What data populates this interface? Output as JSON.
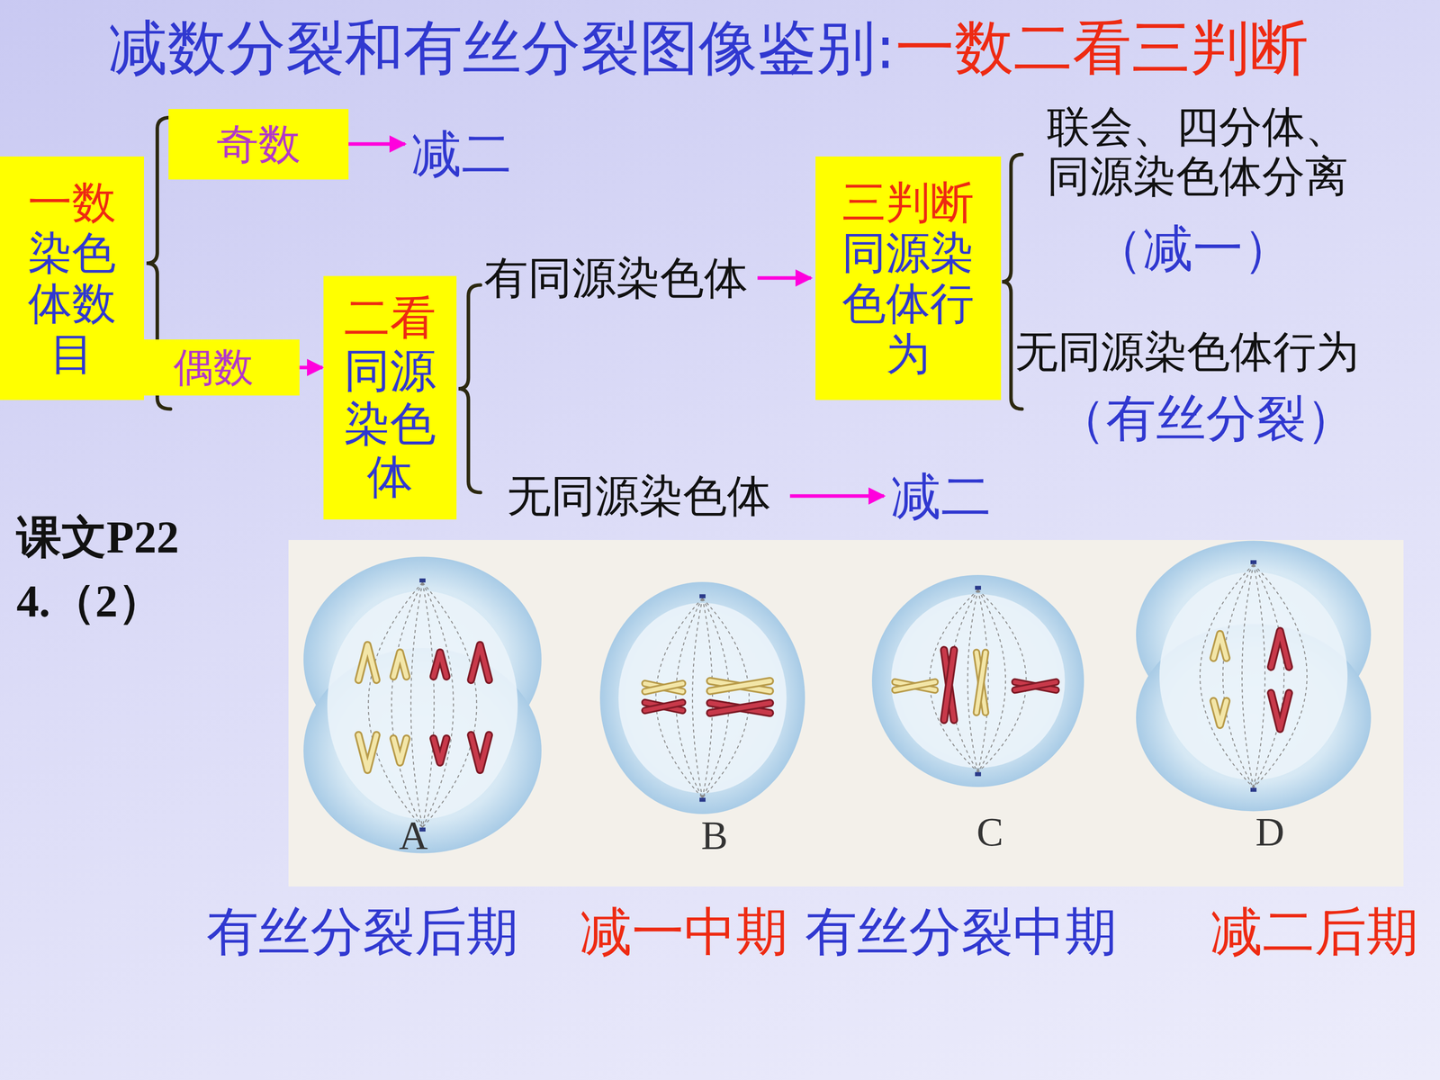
{
  "diagram": {
    "title": "减数分裂和有丝分裂图像鉴别:",
    "nodes": [
      {
        "text": [
          "一数",
          "染色体数目"
        ]
      },
      {
        "text": [
          "奇数"
        ]
      },
      {
        "text": [
          "偶数"
        ]
      },
      {
        "text": [
          "二看",
          "同源染色体"
        ]
      },
      {
        "text": [
          "三判断",
          "同源染色体行为"
        ]
      }
    ],
    "edges": [
      {
        "from": 2,
        "to": 3,
        "arrow": "to"
      }
    ],
    "labels": [
      "一数二看三判断",
      "减二",
      "有同源染色体",
      "联会、四分体、同源染色体分离",
      "（减一）",
      "无同源染色体行为",
      "（有丝分裂）",
      "无同源染色体",
      "减二",
      "课文P22",
      "4.（2）",
      "A",
      "B",
      "C",
      "D",
      "有丝分裂后期",
      "减一中期",
      "有丝分裂中期",
      "减二后期"
    ]
  }
}
